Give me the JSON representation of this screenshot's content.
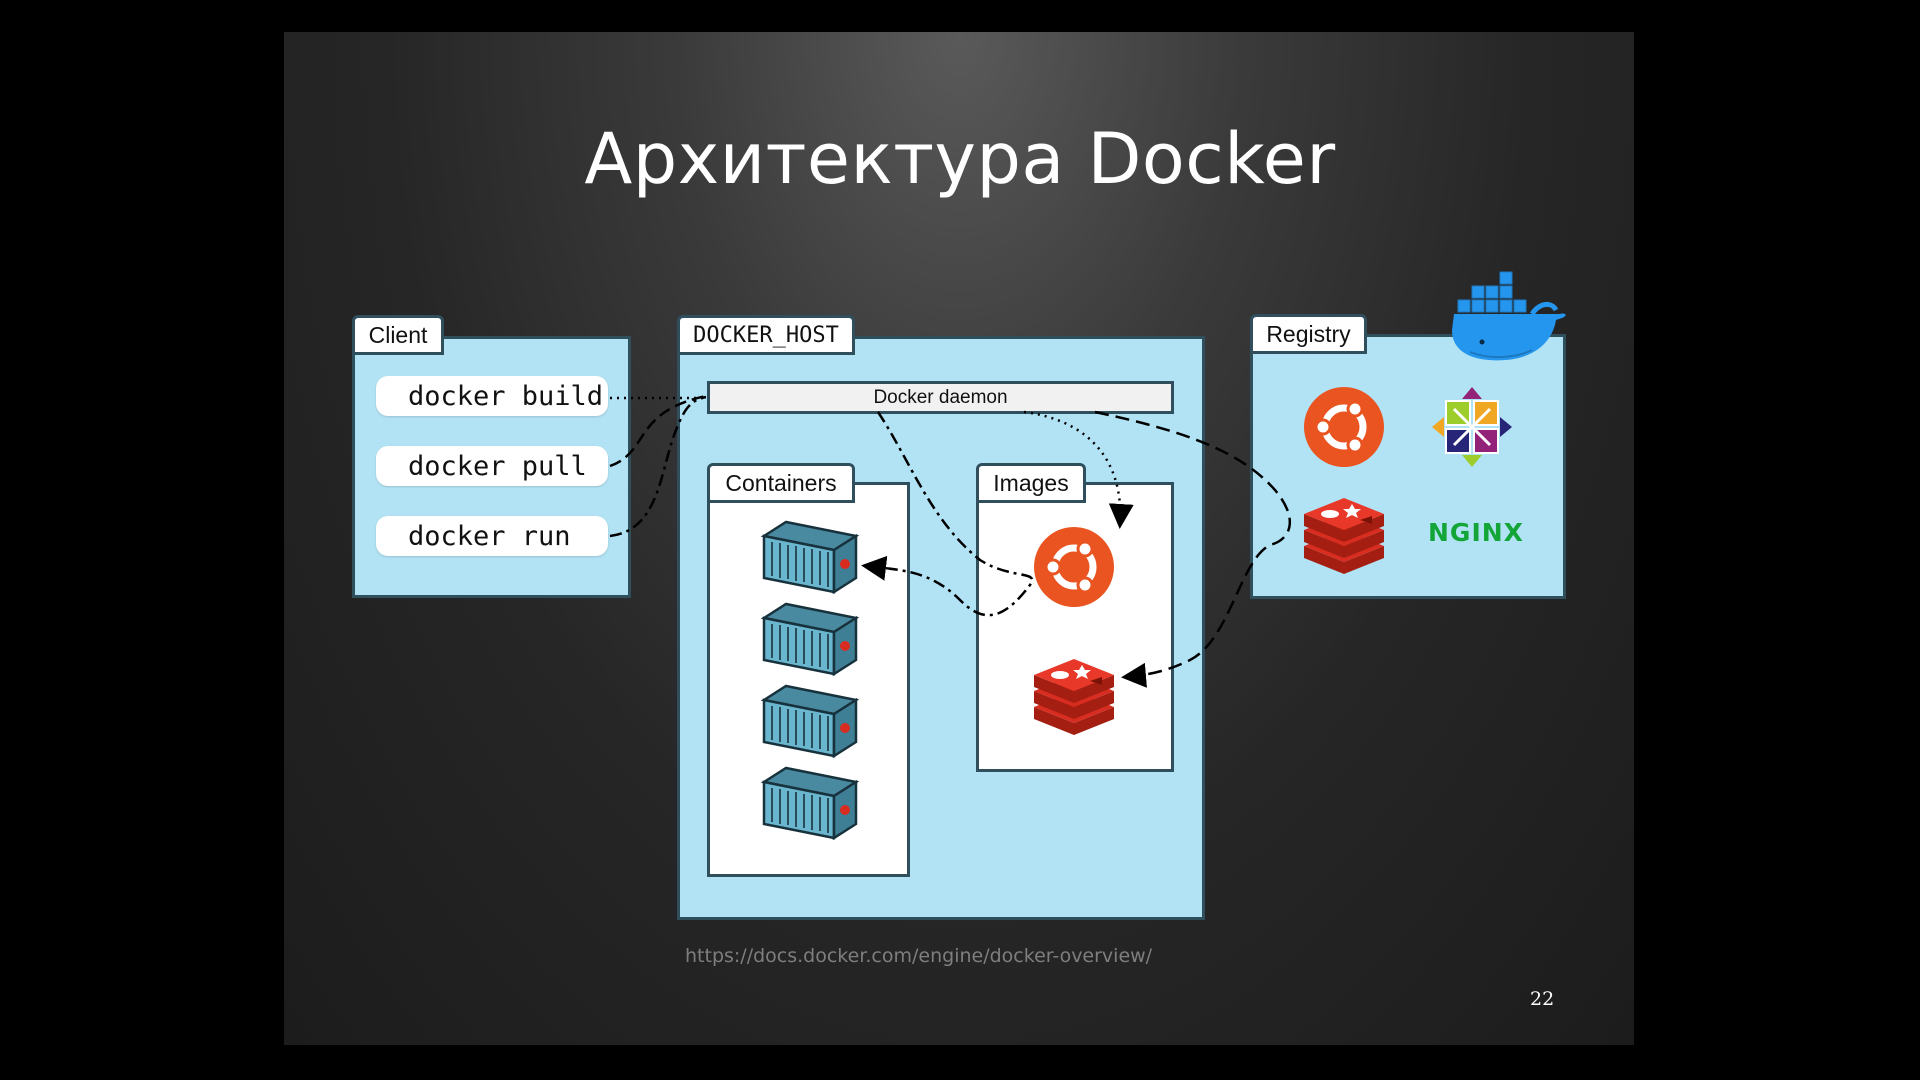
{
  "slide": {
    "title": "Архитектура Docker",
    "url": "https://docs.docker.com/engine/docker-overview/",
    "page_number": "22"
  },
  "client": {
    "label": "Client",
    "commands": [
      "docker build",
      "docker pull",
      "docker run"
    ]
  },
  "docker_host": {
    "label": "DOCKER_HOST",
    "daemon_label": "Docker daemon",
    "containers_label": "Containers",
    "images_label": "Images"
  },
  "registry": {
    "label": "Registry",
    "nginx_label": "NGINX"
  },
  "icons": [
    "docker-whale-icon",
    "ubuntu-icon",
    "centos-icon",
    "redis-icon",
    "container-icon"
  ],
  "colors": {
    "panel": "#b2e3f5",
    "border": "#2f4f5c",
    "ubuntu": "#e95420",
    "redis": "#d82c20",
    "nginx": "#13a538",
    "docker_blue": "#2496ed"
  }
}
